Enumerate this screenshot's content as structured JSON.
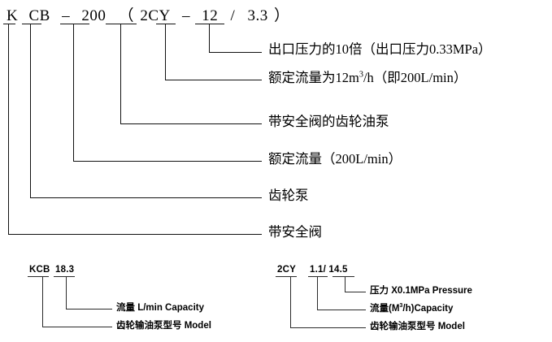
{
  "diagram": {
    "title_code": {
      "tokens": [
        {
          "text": "K"
        },
        {
          "text": "CB"
        },
        {
          "text": "–"
        },
        {
          "text": "200"
        },
        {
          "text": "（"
        },
        {
          "text": "2CY"
        },
        {
          "text": "–"
        },
        {
          "text": "12"
        },
        {
          "text": "/"
        },
        {
          "text": "3.3"
        },
        {
          "text": "）"
        }
      ],
      "full_text": "K CB – 200 （2CY – 12 / 3.3）"
    },
    "annotations": [
      {
        "label": "出口压力的10倍（出口压力0.33MPa）"
      },
      {
        "label": "额定流量为12m3/h（即200L/min）"
      },
      {
        "label": "带安全阀的齿轮油泵"
      },
      {
        "label": "额定流量（200L/min）"
      },
      {
        "label": "齿轮泵"
      },
      {
        "label": "带安全阀"
      }
    ],
    "sub_left": {
      "code_model": "KCB",
      "code_value": "18.3",
      "items": [
        {
          "label": "流量 L/min  Capacity"
        },
        {
          "label": "齿轮输油泵型号 Model"
        }
      ]
    },
    "sub_right": {
      "code_model": "2CY",
      "code_value": "1.1/ 14.5",
      "items": [
        {
          "label": "压力 X0.1MPa    Pressure"
        },
        {
          "label": "流量(M3/h)Capacity"
        },
        {
          "label": "齿轮输油泵型号 Model"
        }
      ]
    },
    "colors": {
      "ink": "#111111",
      "background": "#ffffff"
    }
  }
}
